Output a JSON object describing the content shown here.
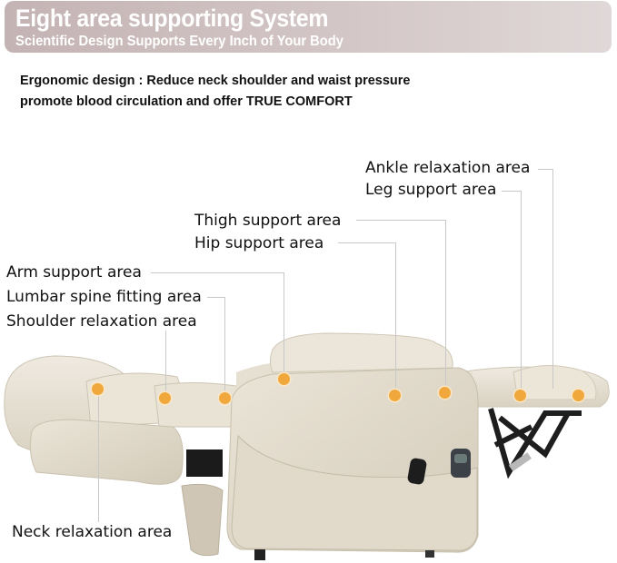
{
  "banner": {
    "title": "Eight area supporting System",
    "subtitle": "Scientific Design Supports Every Inch of Your Body"
  },
  "intro": {
    "line1": "Ergonomic design : Reduce neck shoulder and waist pressure",
    "line2": "promote blood circulation and offer TRUE COMFORT"
  },
  "labels": {
    "ankle": "Ankle relaxation area",
    "leg": "Leg support area",
    "thigh": "Thigh support area",
    "hip": "Hip support area",
    "arm": "Arm support area",
    "lumbar": "Lumbar spine fitting area",
    "shoulder": "Shoulder relaxation area",
    "neck": "Neck relaxation area"
  },
  "colors": {
    "banner": "#c9b9ba",
    "marker": "#f0a83c",
    "fabric": "#e7e1d3",
    "frame": "#222222"
  }
}
